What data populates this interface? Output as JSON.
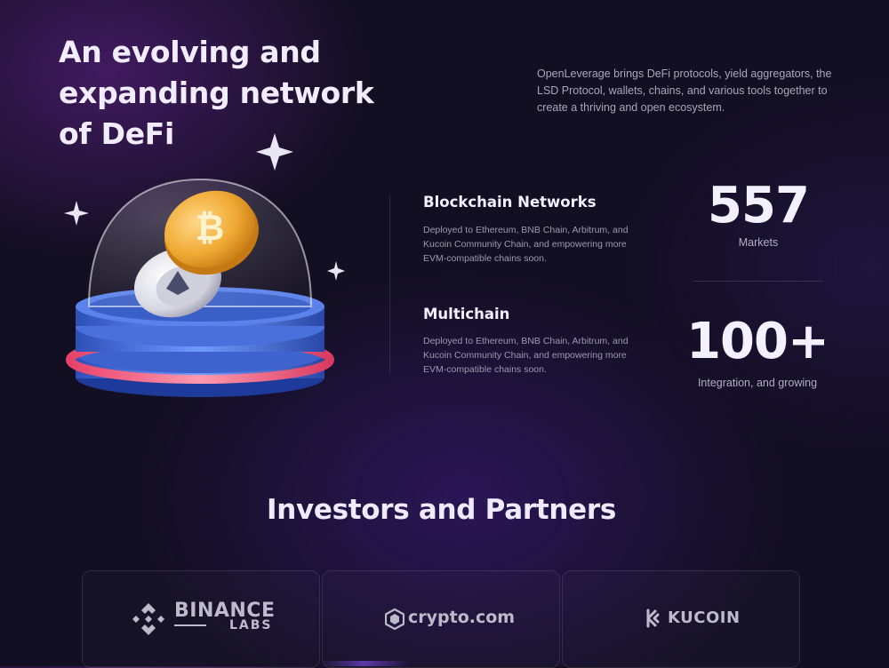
{
  "hero": {
    "title": "An evolving and expanding network of DeFi",
    "description": "OpenLeverage brings DeFi protocols, yield aggregators, the LSD Protocol, wallets, chains, and various tools together to create a thriving and open ecosystem."
  },
  "features": [
    {
      "title": "Blockchain Networks",
      "description": "Deployed to Ethereum, BNB Chain, Arbitrum, and Kucoin Community Chain, and empowering more EVM-compatible chains soon."
    },
    {
      "title": "Multichain",
      "description": "Deployed to Ethereum, BNB Chain, Arbitrum, and Kucoin Community Chain, and empowering more EVM-compatible chains soon."
    }
  ],
  "stats": [
    {
      "value": "557",
      "label": "Markets"
    },
    {
      "value": "100+",
      "label": "Integration, and growing"
    }
  ],
  "partners_section": {
    "title": "Investors and Partners",
    "partners": [
      {
        "name": "BINANCE",
        "sub": "LABS",
        "icon": "binance-logo-icon"
      },
      {
        "name": "crypto.com",
        "icon": "crypto-com-logo-icon"
      },
      {
        "name": "KUCOIN",
        "icon": "kucoin-logo-icon"
      }
    ]
  },
  "colors": {
    "background": "#130f22",
    "accent_blue": "#4f7ae6",
    "accent_pink": "#ff6a8a",
    "coin_gold": "#f2b23c",
    "text_primary": "#f1ecff",
    "text_muted": "#a9a6bc"
  }
}
